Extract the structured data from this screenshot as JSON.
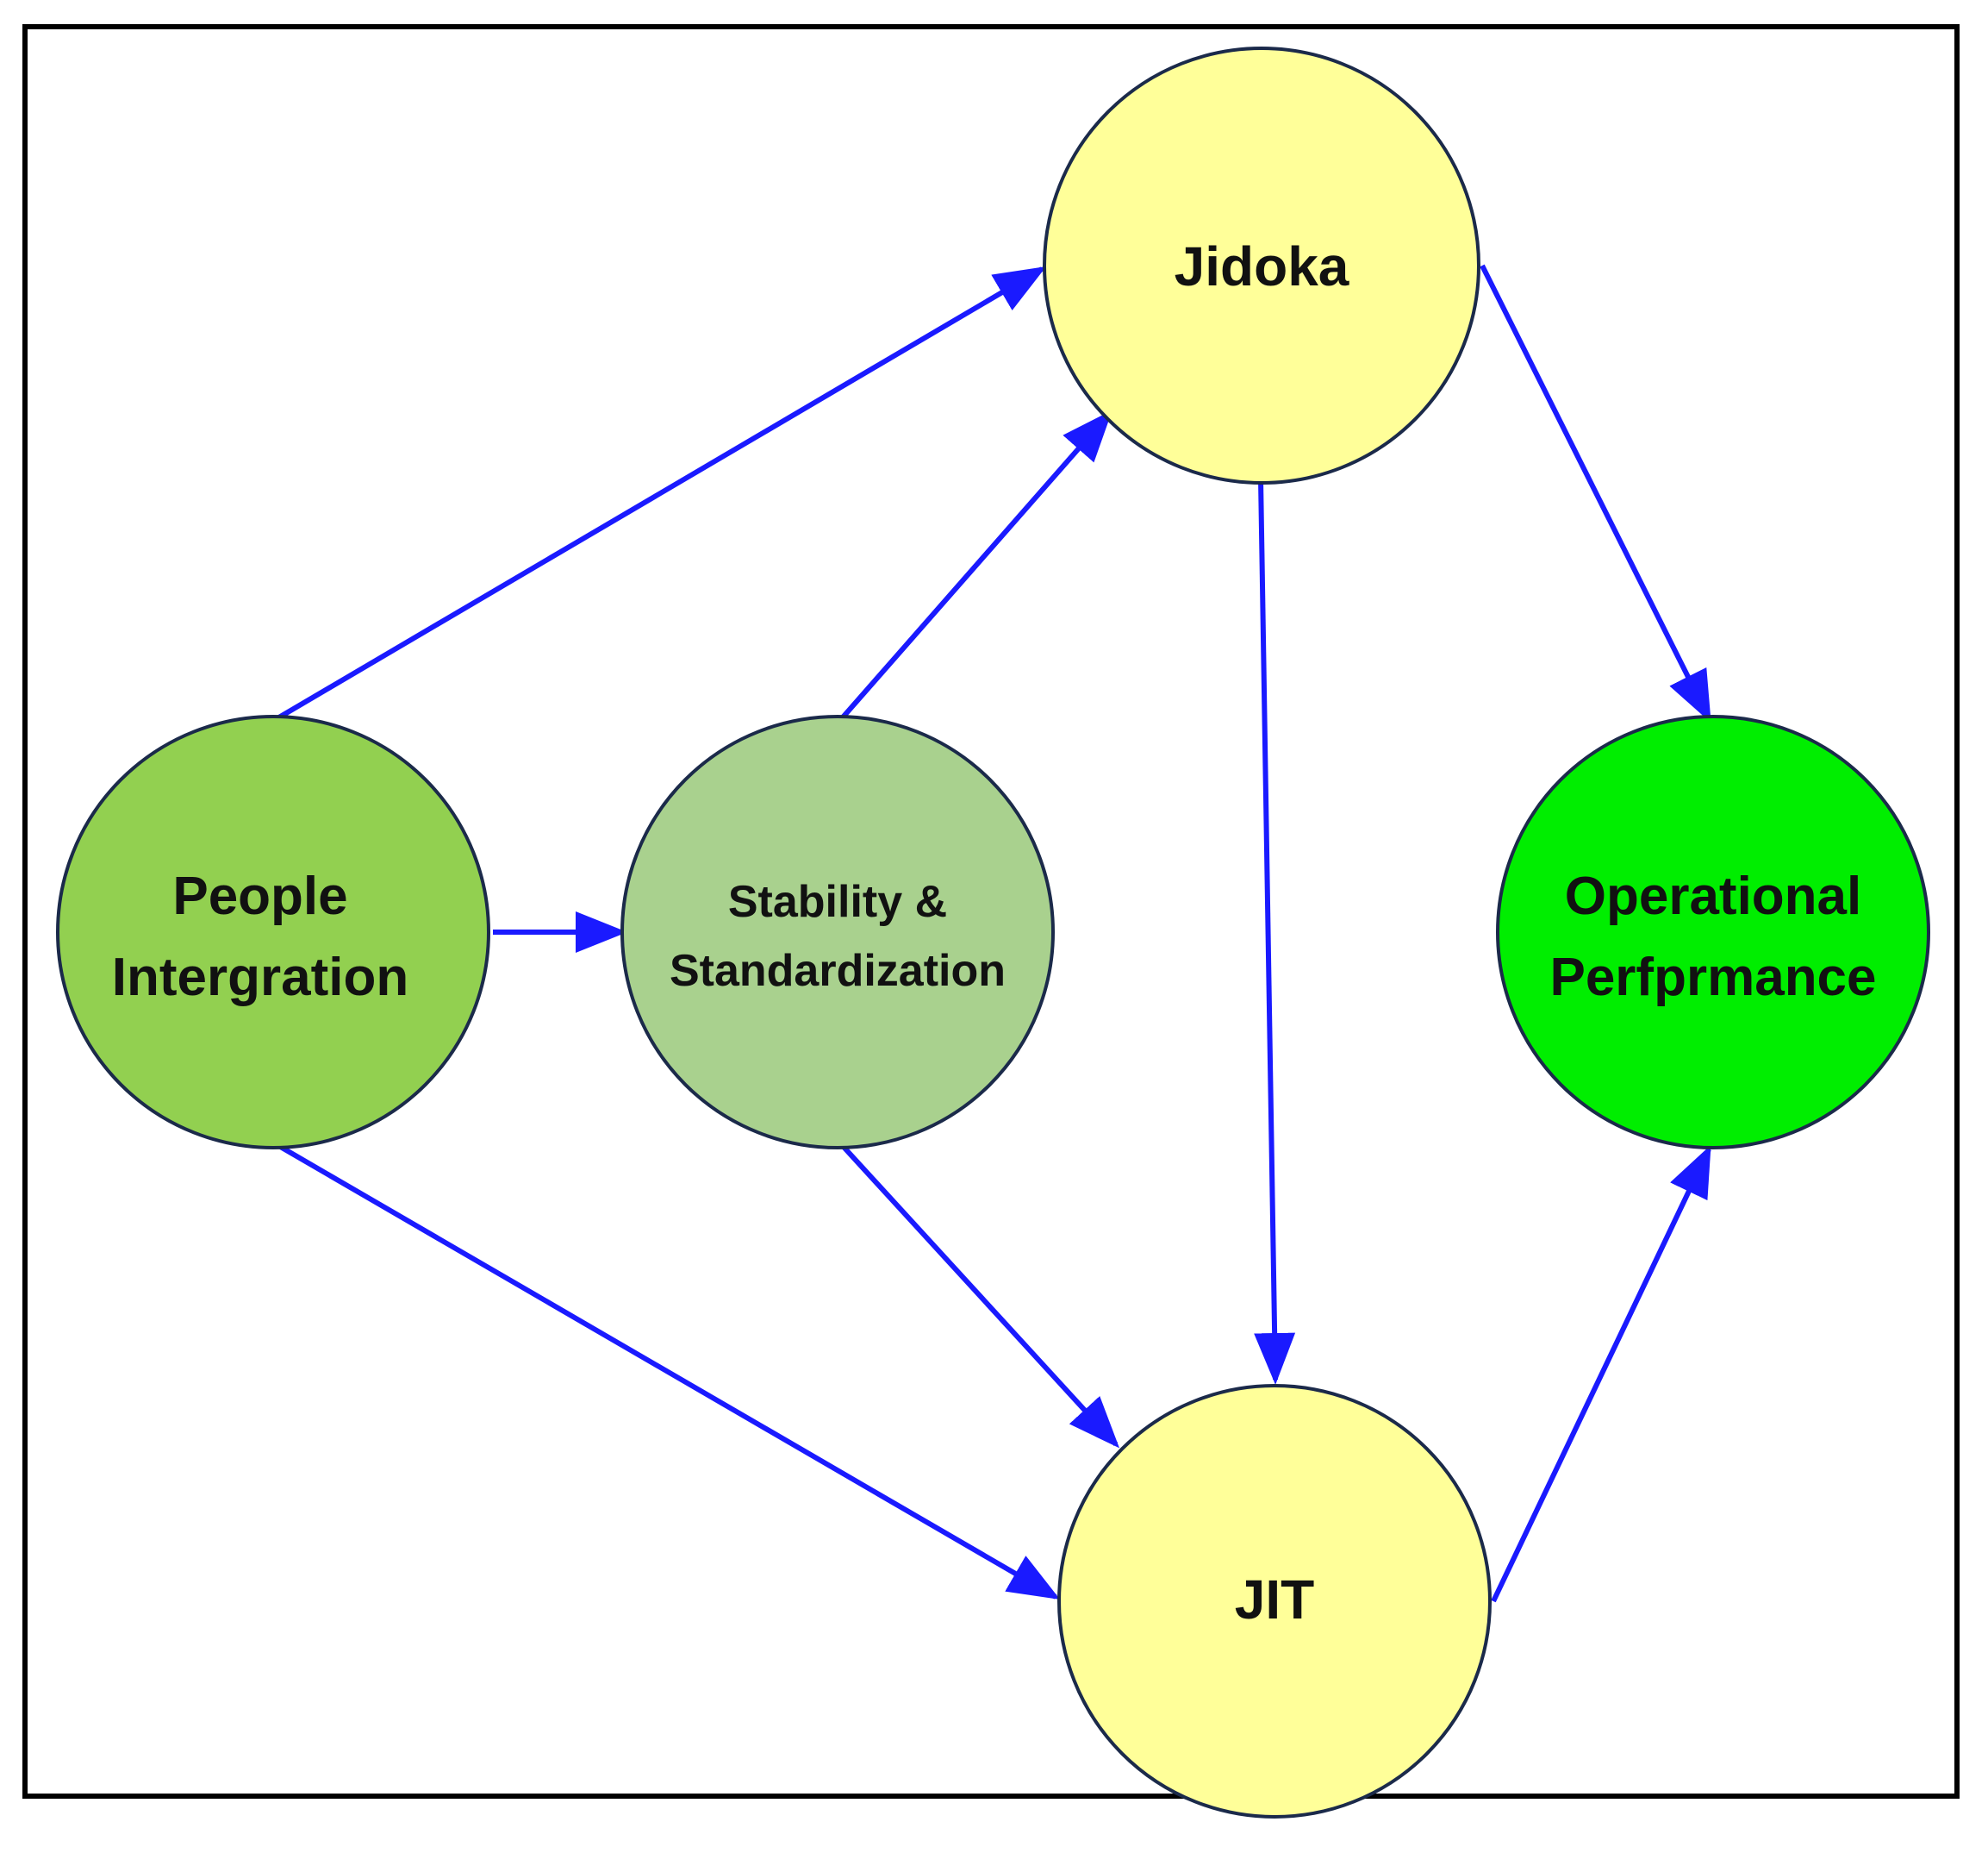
{
  "diagram": {
    "colors": {
      "edge": "#1a1aff",
      "node_stroke": "#1b2a4a",
      "people_fill": "#92d050",
      "stability_fill": "#a9d18e",
      "jit_jidoka_fill": "#ffff99",
      "performance_fill": "#00ee00"
    },
    "nodes": {
      "jidoka": {
        "line1": "Jidoka"
      },
      "people": {
        "line1": "People",
        "line2": "Intergration"
      },
      "stability": {
        "line1": "Stability &",
        "line2": "Standardization"
      },
      "performance": {
        "line1": "Operational",
        "line2": "Perfprmance"
      },
      "jit": {
        "line1": "JIT"
      }
    },
    "edges": [
      {
        "from": "people",
        "to": "jidoka"
      },
      {
        "from": "people",
        "to": "stability"
      },
      {
        "from": "people",
        "to": "jit"
      },
      {
        "from": "stability",
        "to": "jidoka"
      },
      {
        "from": "stability",
        "to": "jit"
      },
      {
        "from": "jidoka",
        "to": "jit"
      },
      {
        "from": "jidoka",
        "to": "performance"
      },
      {
        "from": "jit",
        "to": "performance"
      }
    ]
  }
}
